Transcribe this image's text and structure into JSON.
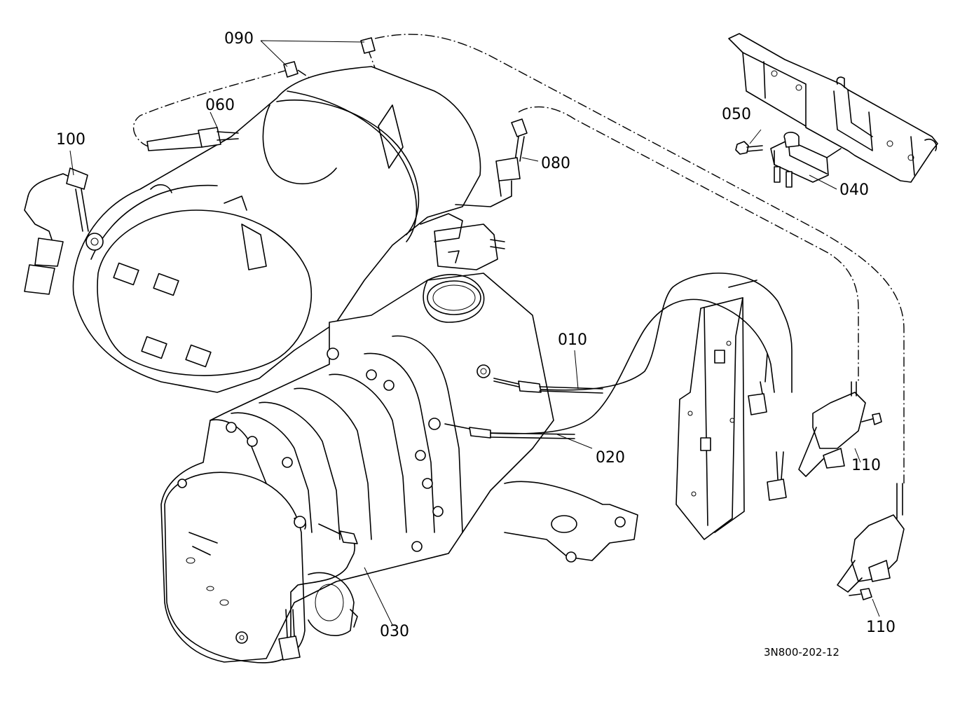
{
  "callouts": {
    "c010": "010",
    "c020": "020",
    "c030": "030",
    "c040": "040",
    "c050": "050",
    "c060": "060",
    "c080": "080",
    "c090": "090",
    "c100": "100",
    "c110a": "110",
    "c110b": "110"
  },
  "drawing_ref": "3N800-202-12",
  "line_color": "#000000",
  "background_color": "#ffffff"
}
